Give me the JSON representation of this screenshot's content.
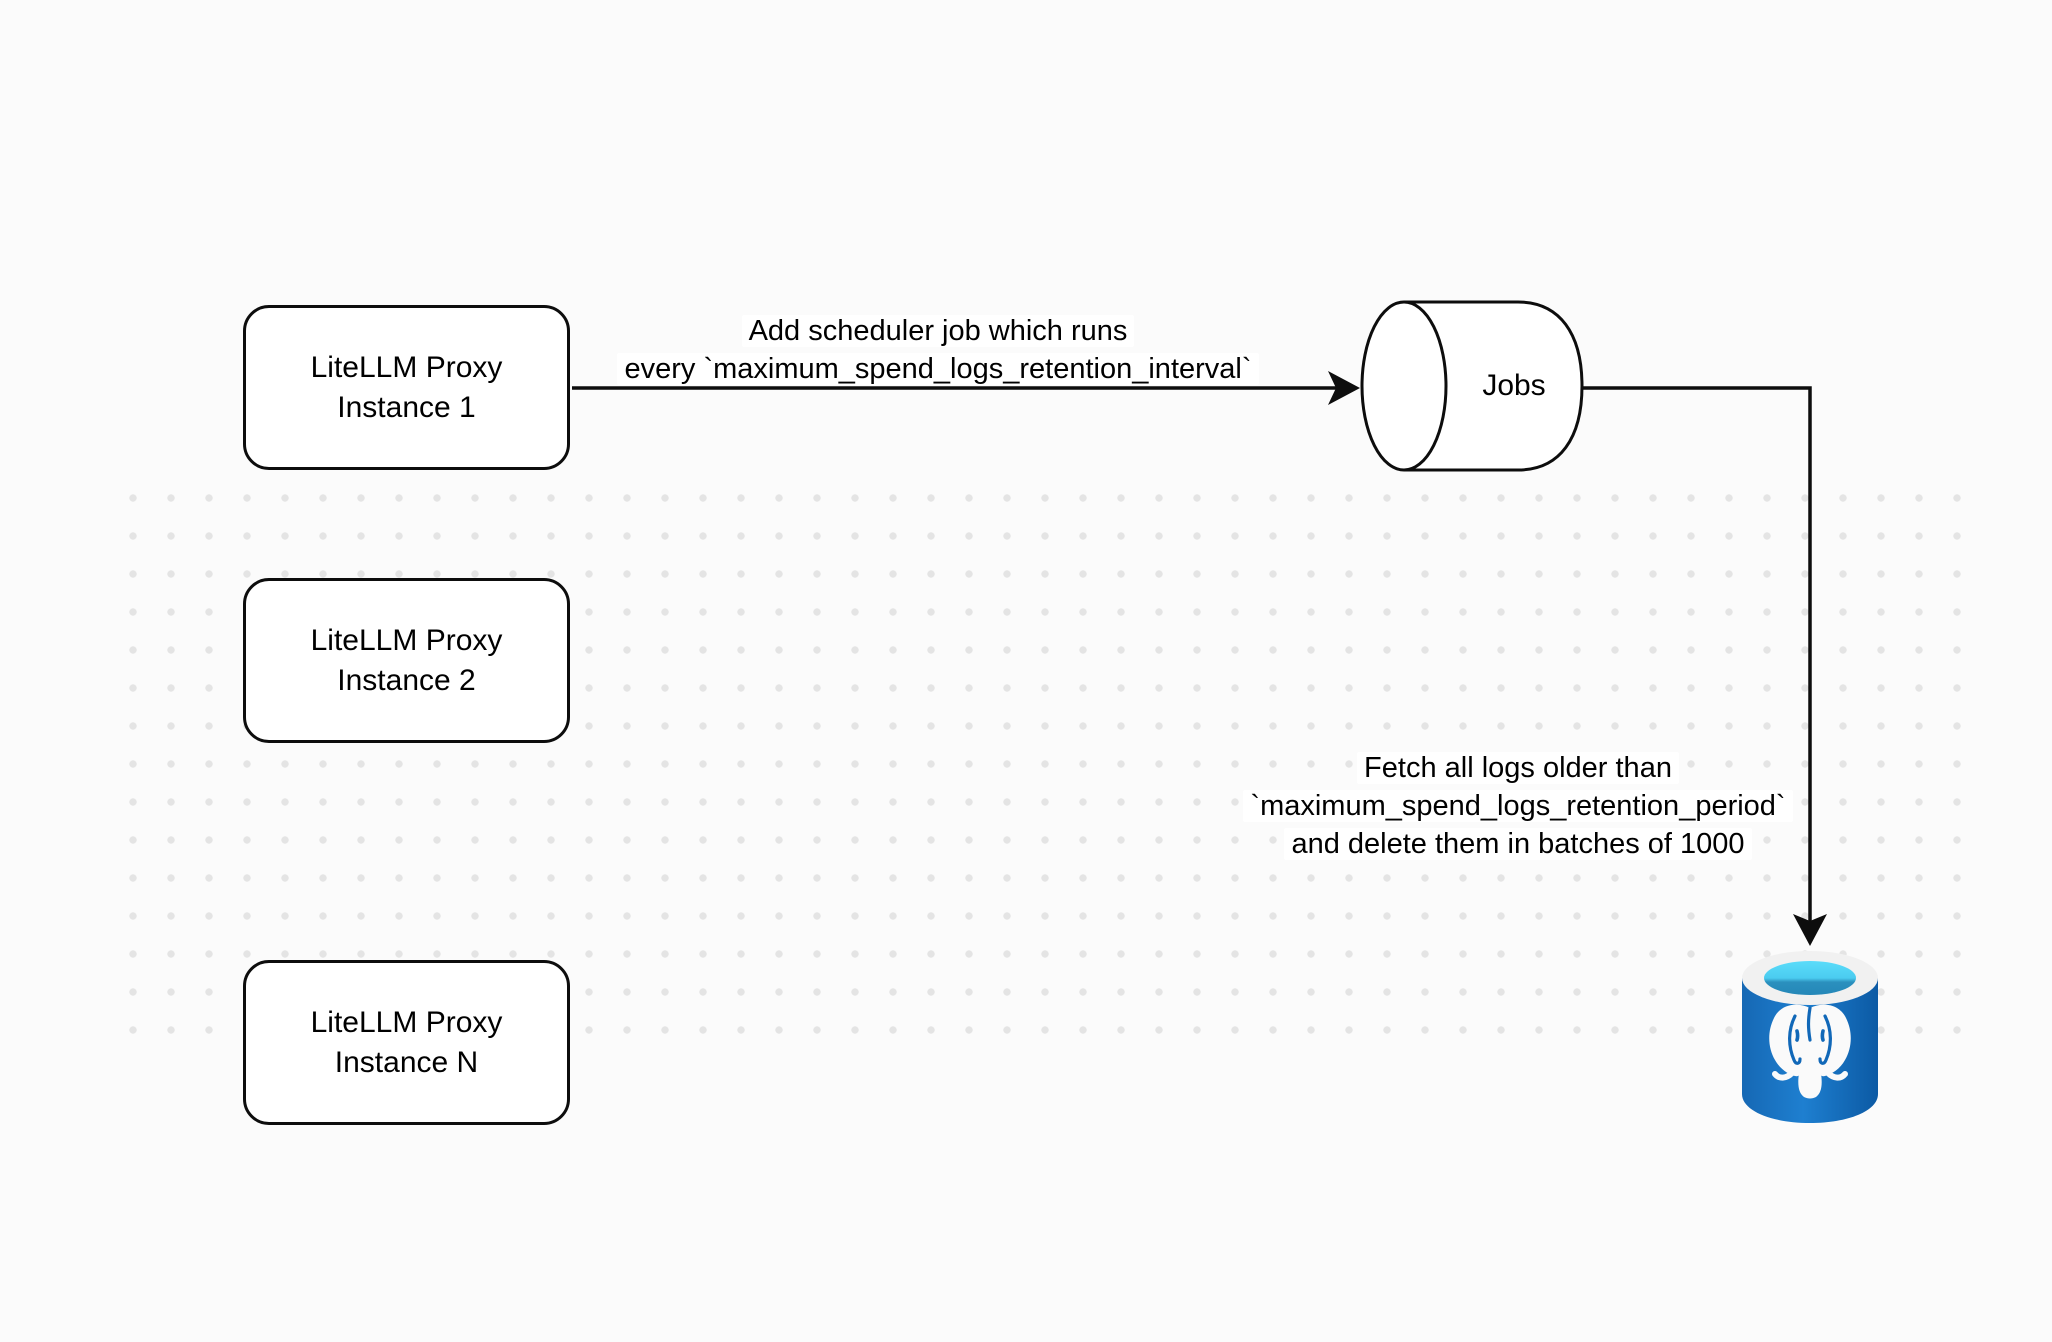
{
  "diagram": {
    "nodes": {
      "instance1": {
        "line1": "LiteLLM Proxy",
        "line2": "Instance 1"
      },
      "instance2": {
        "line1": "LiteLLM Proxy",
        "line2": "Instance 2"
      },
      "instanceN": {
        "line1": "LiteLLM Proxy",
        "line2": "Instance N"
      },
      "jobs": {
        "label": "Jobs"
      },
      "database": {
        "icon": "postgresql-database-icon"
      }
    },
    "edges": {
      "scheduler": {
        "line1": "Add scheduler job which runs",
        "line2": "every `maximum_spend_logs_retention_interval`"
      },
      "fetch": {
        "line1": "Fetch all logs older than",
        "line2": "`maximum_spend_logs_retention_period`",
        "line3": "and delete them in batches of 1000"
      }
    },
    "colors": {
      "canvas_bg": "#FBFBFB",
      "dot": "#E4E4E4",
      "stroke": "#0D0D0D",
      "node_fill": "#FFFFFF",
      "postgres_blue": "#1467B3",
      "postgres_cyan": "#55D8F8",
      "postgres_rim": "#F1F1F1"
    }
  }
}
